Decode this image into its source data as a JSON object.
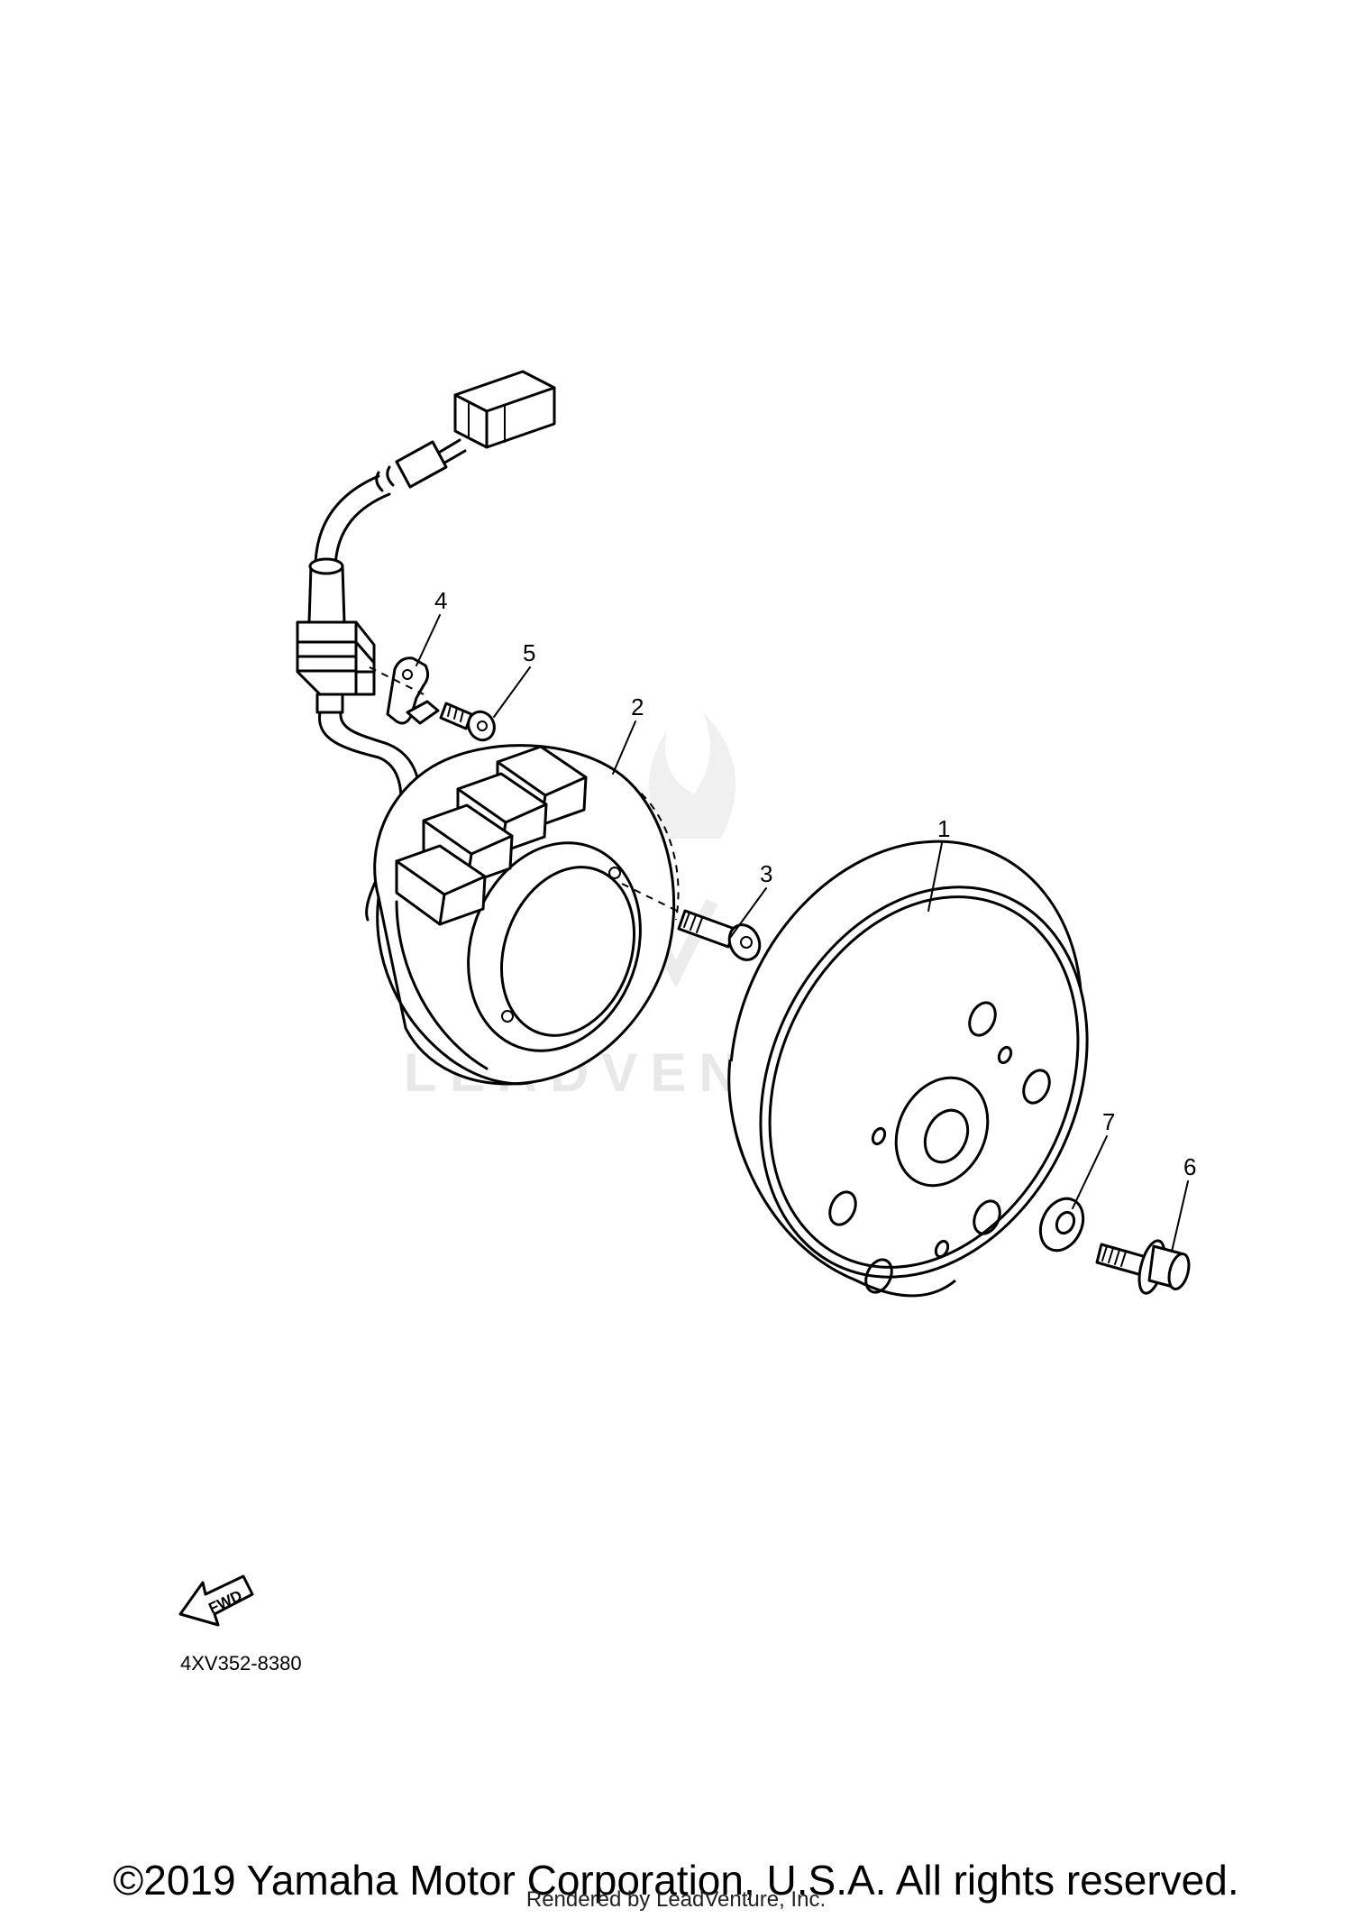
{
  "diagram": {
    "callouts": [
      "1",
      "2",
      "3",
      "4",
      "5",
      "6",
      "7"
    ],
    "direction_arrow": "FWD",
    "part_code": "4XV352-8380",
    "watermark": "LEADVENTURE"
  },
  "footer": {
    "copyright": "©2019 Yamaha Motor Corporation, U.S.A. All rights reserved.",
    "rendered_by": "Rendered by LeadVenture, Inc."
  }
}
